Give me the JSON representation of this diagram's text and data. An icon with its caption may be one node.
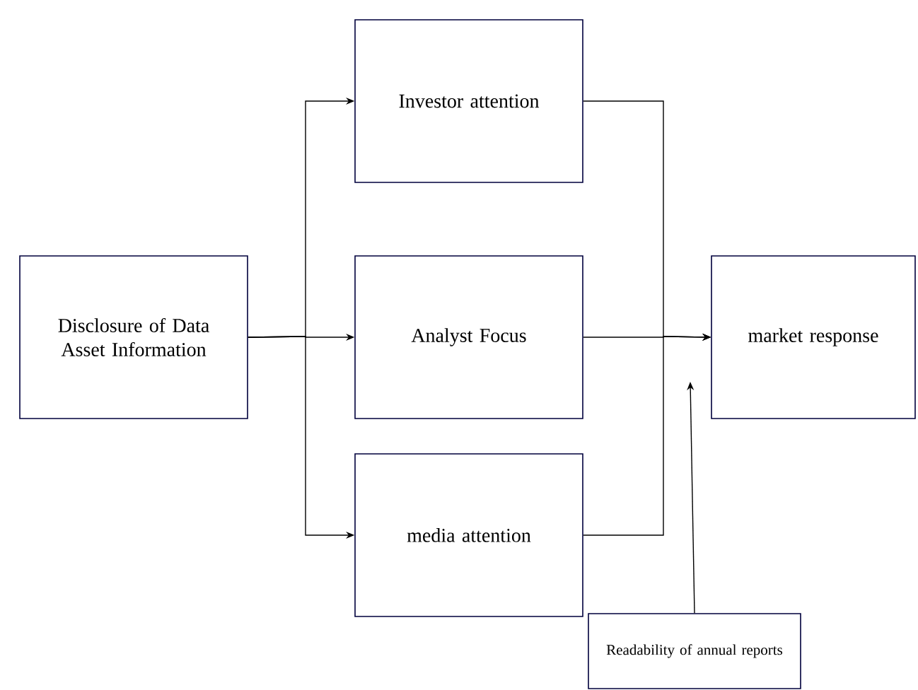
{
  "diagram": {
    "nodes": [
      {
        "text": [
          "Disclosure of Data Asset Information"
        ]
      },
      {
        "text": [
          "Investor attention"
        ]
      },
      {
        "text": [
          "Analyst Focus"
        ]
      },
      {
        "text": [
          "media attention"
        ]
      },
      {
        "text": [
          "market response"
        ]
      },
      {
        "text": [
          "Readability of annual reports"
        ]
      }
    ],
    "edges": [
      {
        "from": 0,
        "to": 1,
        "arrow": "to"
      },
      {
        "from": 0,
        "to": 2,
        "arrow": "to"
      },
      {
        "from": 0,
        "to": 3,
        "arrow": "to"
      },
      {
        "from": 1,
        "to": 4,
        "arrow": "to"
      },
      {
        "from": 2,
        "to": 4,
        "arrow": "to"
      },
      {
        "from": 3,
        "to": 4,
        "arrow": "to"
      },
      {
        "from": 5,
        "to": null,
        "arrow": "to"
      }
    ]
  }
}
